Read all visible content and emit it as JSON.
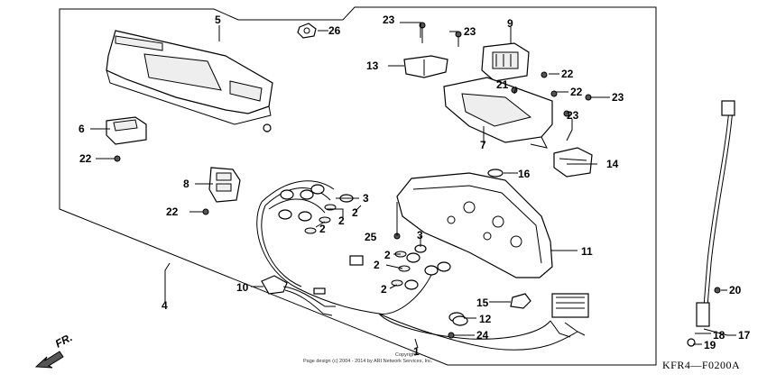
{
  "diagram": {
    "callouts": [
      "1",
      "2",
      "2",
      "2",
      "2",
      "2",
      "2",
      "3",
      "3",
      "4",
      "5",
      "6",
      "7",
      "8",
      "9",
      "10",
      "11",
      "12",
      "13",
      "14",
      "15",
      "16",
      "17",
      "18",
      "19",
      "20",
      "21",
      "22",
      "22",
      "22",
      "22",
      "23",
      "23",
      "23",
      "23",
      "24",
      "25",
      "26"
    ],
    "copyright_line1": "Copyright",
    "copyright_line2": "Page design (c) 2004 - 2014 by ARI Network Services, Inc.",
    "diagram_code": "KFR4—F0200A",
    "direction_label": "FR."
  }
}
